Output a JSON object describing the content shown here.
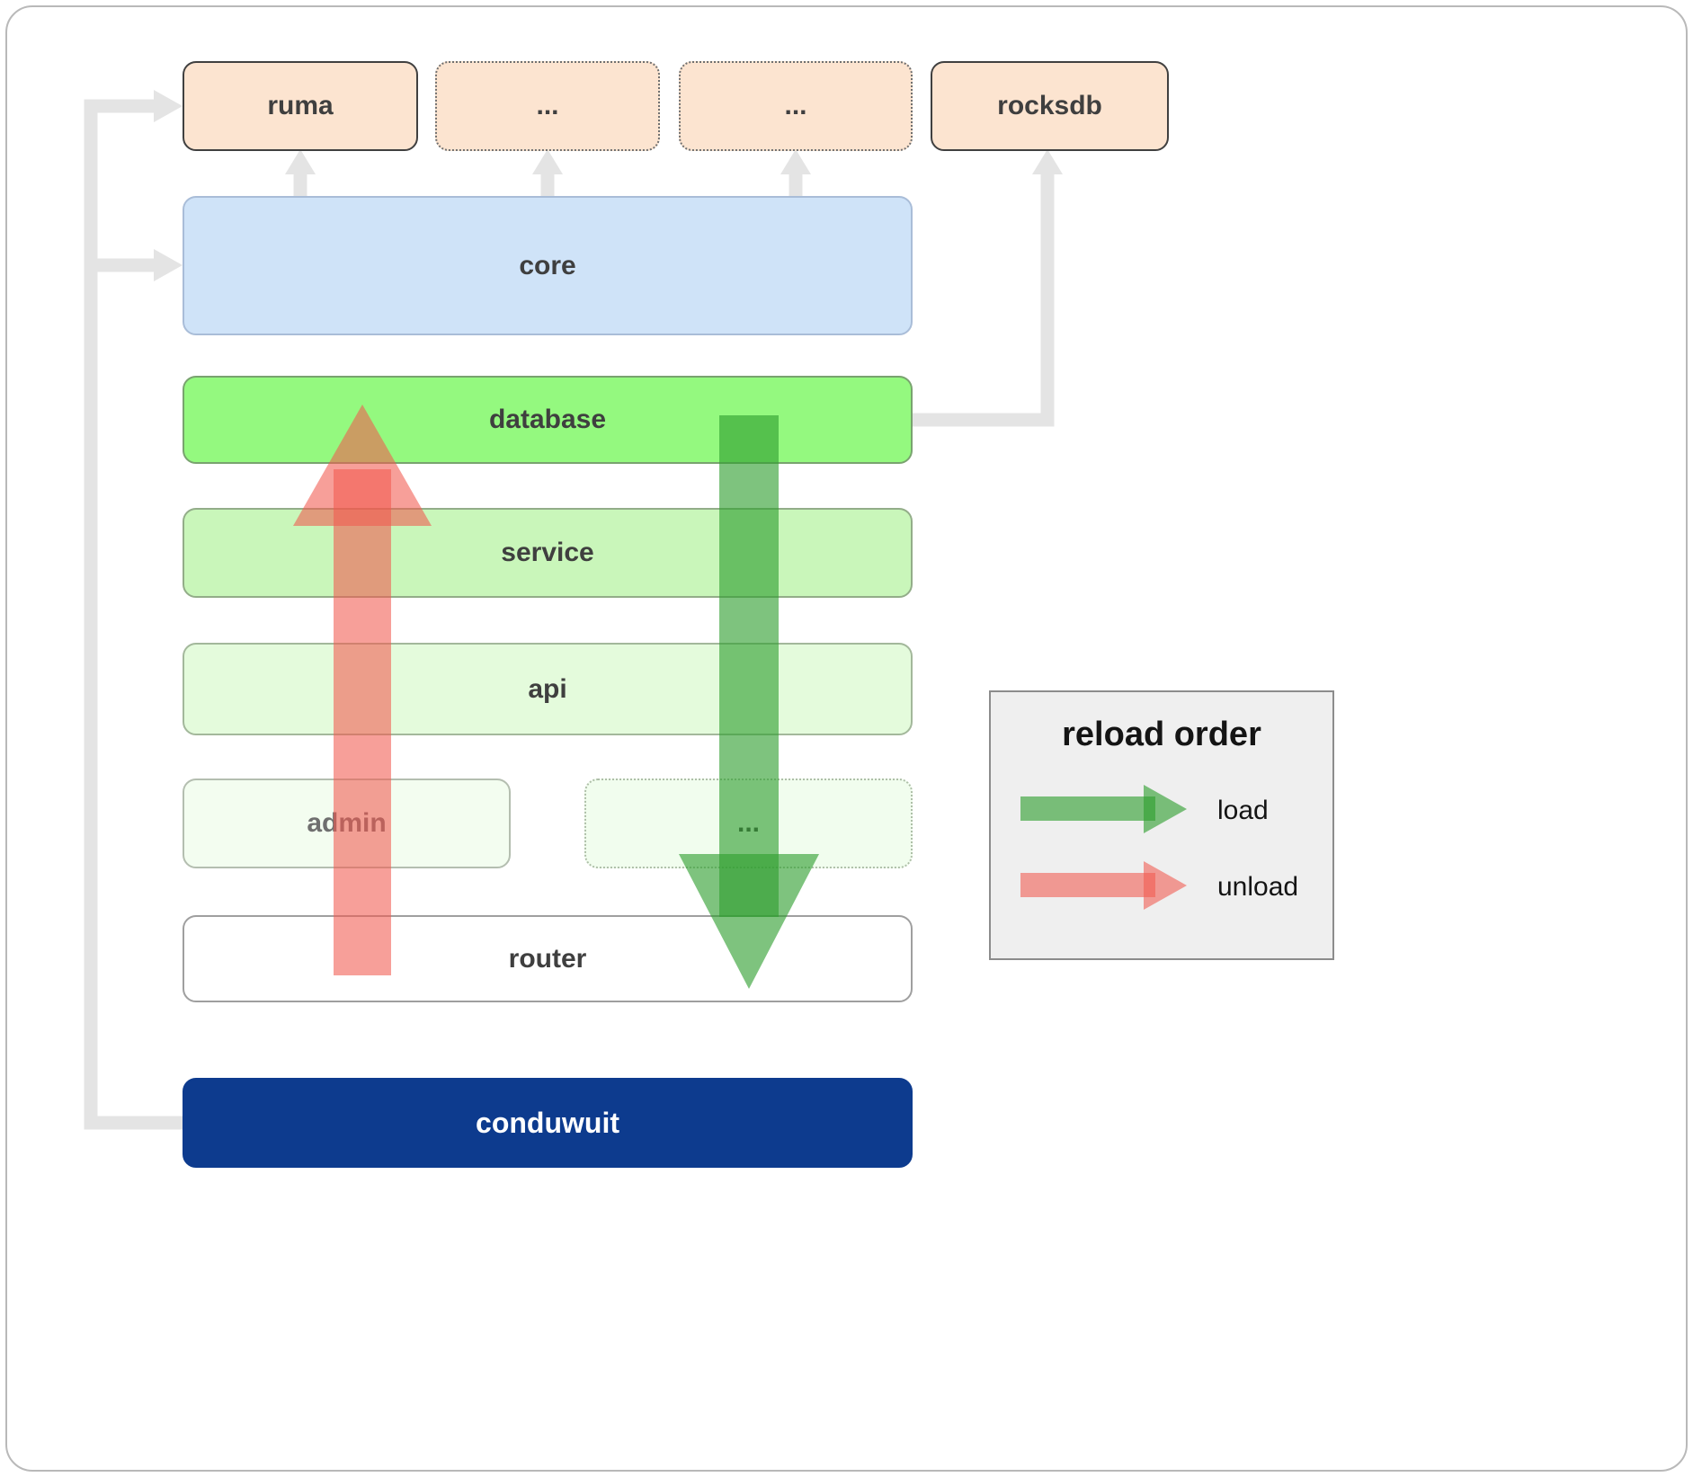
{
  "diagram": {
    "boxes": {
      "ruma": "ruma",
      "dots1": "...",
      "dots2": "...",
      "rocksdb": "rocksdb",
      "core": "core",
      "database": "database",
      "service": "service",
      "api": "api",
      "admin": "admin",
      "dots3": "...",
      "router": "router",
      "conduwuit": "conduwuit"
    },
    "legend": {
      "title": "reload order",
      "load_label": "load",
      "unload_label": "unload"
    }
  },
  "colors": {
    "page_border": "#b9b9b9",
    "peach_bg": "#fce4d0",
    "peach_border": "#404040",
    "dots_border": "#707070",
    "core_bg": "#cfe3f8",
    "core_border": "#a9bdd8",
    "database_bg": "#94f97f",
    "database_border": "#79a36f",
    "service_bg": "#c9f6ba",
    "service_border": "#93ad89",
    "api_bg": "#e4fbdc",
    "api_border": "#a3b89b",
    "admin_bg": "#f3fdf0",
    "admin_border": "#b4beb0",
    "admin_text": "#6f6f6f",
    "dots3_bg": "#f1fdee",
    "dots3_border": "#aebfa8",
    "router_bg": "#ffffff",
    "router_border": "#9f9f9f",
    "conduwuit_bg": "#0d3b8e",
    "conduwuit_text": "#ffffff",
    "label_text": "#3f3f3f",
    "connector_gray": "#e4e4e4",
    "load_green": "#2f9e2f",
    "unload_red": "#f2594f",
    "legend_bg": "#efefef",
    "legend_border": "#8c8c8c",
    "legend_text": "#141414"
  }
}
